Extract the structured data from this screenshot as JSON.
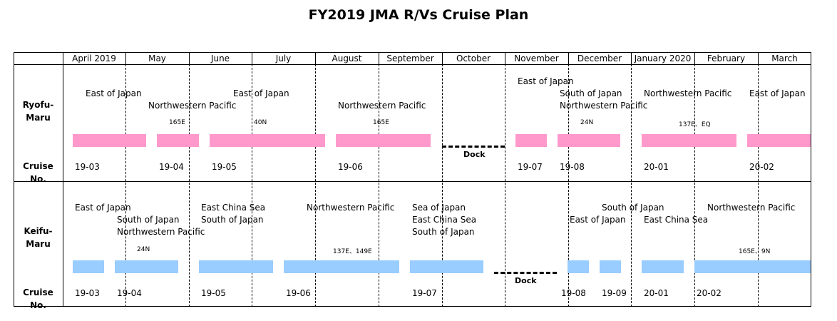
{
  "title": "FY2019 JMA R/Vs Cruise Plan",
  "months": [
    "April 2019",
    "May",
    "June",
    "July",
    "August",
    "September",
    "October",
    "November",
    "December",
    "January 2020",
    "February",
    "March"
  ],
  "colors": {
    "ryofu_bar": "#ff99cc",
    "keifu_bar": "#99ccff"
  },
  "ryofu": {
    "ship_name": "Ryofu-\nMaru",
    "cruise_label": "Cruise No.",
    "areas": [
      "East of Japan",
      "Northwestern Pacific",
      "East of Japan",
      "Northwestern Pacific",
      "East of Japan",
      "South of Japan",
      "Northwestern Pacific",
      "Northwestern Pacific",
      "East of Japan"
    ],
    "coords": [
      "165E",
      "40N",
      "165E",
      "24N",
      "137E、EQ"
    ],
    "cruises": [
      "19-03",
      "19-04",
      "19-05",
      "19-06",
      "19-07",
      "19-08",
      "20-01",
      "20-02"
    ],
    "dock": "Dock"
  },
  "keifu": {
    "ship_name": "Keifu-\nMaru",
    "cruise_label": "Cruise No.",
    "areas": [
      "East of Japan",
      "South of Japan",
      "Northwestern Pacific",
      "East China Sea",
      "South of Japan",
      "Northwestern Pacific",
      "Sea of Japan",
      "East China Sea",
      "South of Japan",
      "South of Japan",
      "East of Japan",
      "East China Sea",
      "Northwestern Pacific"
    ],
    "coords": [
      "24N",
      "137E、149E",
      "165E、9N"
    ],
    "cruises": [
      "19-03",
      "19-04",
      "19-05",
      "19-06",
      "19-07",
      "19-08",
      "19-09",
      "20-01",
      "20-02"
    ],
    "dock": "Dock"
  }
}
